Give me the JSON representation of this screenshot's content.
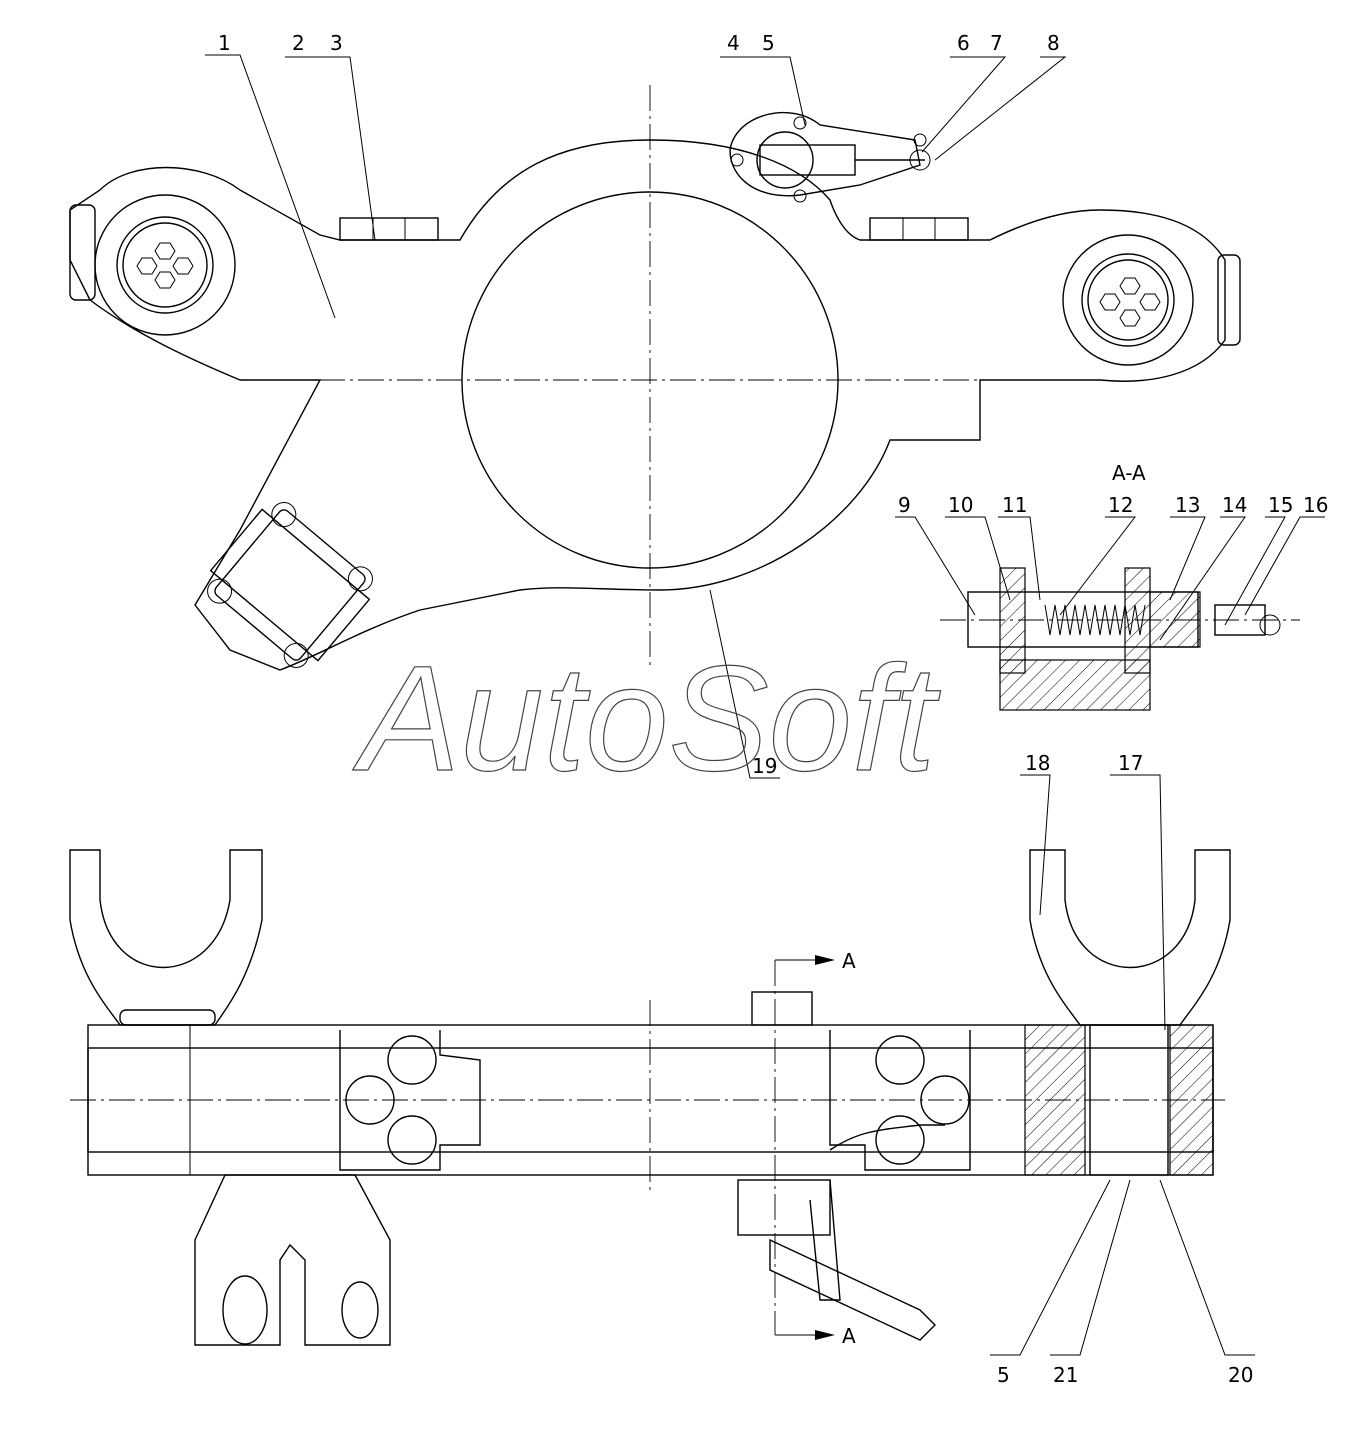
{
  "diagram": {
    "section_title": "A-A",
    "section_marker": "A",
    "watermark": "AutoSoft",
    "callouts": [
      "1",
      "2",
      "3",
      "4",
      "5",
      "6",
      "7",
      "8",
      "9",
      "10",
      "11",
      "12",
      "13",
      "14",
      "15",
      "16",
      "17",
      "18",
      "19",
      "20",
      "21"
    ]
  }
}
